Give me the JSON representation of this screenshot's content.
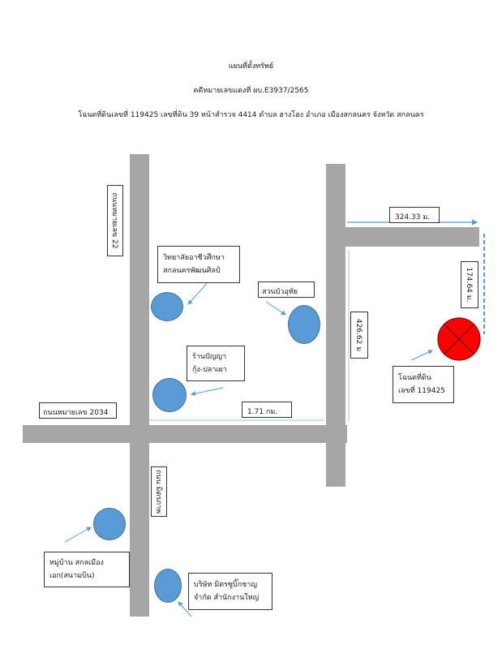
{
  "header": {
    "title": "แผนที่ตั้งทรัพย์",
    "case_number": "คดีหมายเลขแดงที่ ผบ.E3937/2565",
    "deed_info": "โฉนดที่ดินเลขที่ 119425 เลขที่ดิน 39 หน้าสำรวจ 4414 ตำบล ฮางโฮง อำเภอ เมืองสกลนคร จังหวัด สกลนคร"
  },
  "roads": {
    "road_22": "ถนนหมายเลข 22",
    "road_2034": "ถนนหมายเลข 2034",
    "mittraphap_road": "ถนน มิตรภาพ"
  },
  "places": {
    "college_line1": "วิทยาลัยอาชีวศึกษา",
    "college_line2": "สกลนครพัฒนศิลป์",
    "park": "สวนบัวอุทัย",
    "shop_line1": "ร้านปัญญา",
    "shop_line2": "กุ้ง-ปลาเผา",
    "village_line1": "หมู่บ้าน สกลเมือง",
    "village_line2": "เอก(สนามบิน)",
    "company_line1": "บริษัท มิตรซูบิ๊กชาญ",
    "company_line2": "จำกัด สำนักงานใหญ่"
  },
  "property": {
    "label_line1": "โฉนดที่ดิน",
    "label_line2": "เลขที่ 119425",
    "marker_color": "#ff0000"
  },
  "distances": {
    "d_324": "324.33 ม.",
    "d_174": "174.64 ม.",
    "d_426": "426.62 ม",
    "d_171": "1.71 กม."
  },
  "colors": {
    "road": "#a6a6a6",
    "place_marker": "#5b9bd5",
    "arrow": "#5b9bd5"
  }
}
